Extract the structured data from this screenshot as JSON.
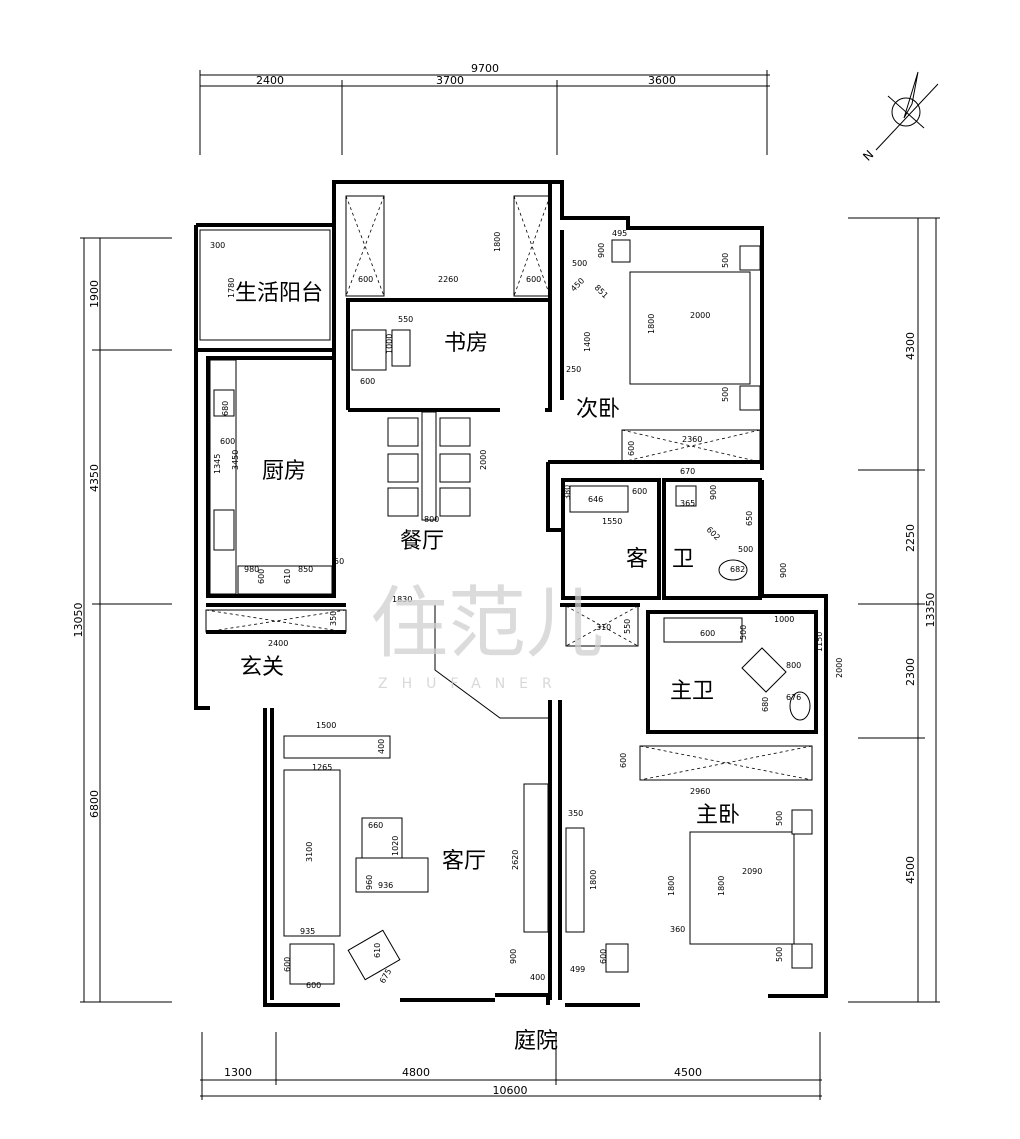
{
  "dimensions": {
    "top_total": "9700",
    "top_segments": [
      "2400",
      "3700",
      "3600"
    ],
    "bottom_total": "10600",
    "bottom_segments": [
      "1300",
      "4800",
      "4500"
    ],
    "left_total": "13050",
    "left_segments": [
      "1900",
      "4350",
      "6800"
    ],
    "right_total": "13350",
    "right_segments": [
      "4300",
      "2250",
      "2300",
      "4500"
    ]
  },
  "compass": {
    "label": "N"
  },
  "rooms": {
    "living_balcony": "生活阳台",
    "study": "书房",
    "second_bedroom": "次卧",
    "kitchen": "厨房",
    "dining": "餐厅",
    "guest_bath_1": "客",
    "guest_bath_2": "卫",
    "entrance": "玄关",
    "master_bath": "主卫",
    "living_room": "客厅",
    "master_bedroom": "主卧",
    "courtyard": "庭院"
  },
  "inner_dims": {
    "d300": "300",
    "d1780": "1780",
    "d600a": "600",
    "d2260": "2260",
    "d600b": "600",
    "d1800a": "1800",
    "d550": "550",
    "d1000": "1000",
    "d600c": "600",
    "d495": "495",
    "d900": "900",
    "d500a": "500",
    "d450": "450",
    "d851": "851",
    "d1400": "1400",
    "d250": "250",
    "d1800b": "1800",
    "d2000": "2000",
    "d500b": "500",
    "d500c": "500",
    "d2360": "2360",
    "d600d": "600",
    "d680": "680",
    "d600e": "600",
    "d1345": "1345",
    "d3450": "3450",
    "d980": "980",
    "d600f": "600",
    "d610": "610",
    "d850": "850",
    "d50": "50",
    "d800": "800",
    "d2000b": "2000",
    "d1830": "1830",
    "d350": "350",
    "d2400": "2400",
    "d670": "670",
    "d380": "380",
    "d646": "646",
    "d600g": "600",
    "d1550": "1550",
    "d365": "365",
    "d900b": "900",
    "d650": "650",
    "d602": "602",
    "d500d": "500",
    "d682": "682",
    "d900c": "900",
    "d310": "310",
    "d550b": "550",
    "d1000b": "1000",
    "d600h": "600",
    "d500e": "500",
    "d800b": "800",
    "d1150": "1150",
    "d2000c": "2000",
    "d676": "676",
    "d680b": "680",
    "d1500": "1500",
    "d400": "400",
    "d1265": "1265",
    "d3100": "3100",
    "d660": "660",
    "d1020": "1020",
    "d960": "960",
    "d936": "936",
    "d935": "935",
    "d600i": "600",
    "d600j": "600",
    "d610b": "610",
    "d675": "675",
    "d2620": "2620",
    "d900d": "900",
    "d400b": "400",
    "d350b": "350",
    "d1800c": "1800",
    "d499": "499",
    "d600k": "600",
    "d600l": "600",
    "d2960": "2960",
    "d500f": "500",
    "d1800d": "1800",
    "d1800e": "1800",
    "d2090": "2090",
    "d360": "360",
    "d500g": "500"
  },
  "watermark": {
    "main": "住范儿",
    "sub": "ZHUFANER"
  }
}
